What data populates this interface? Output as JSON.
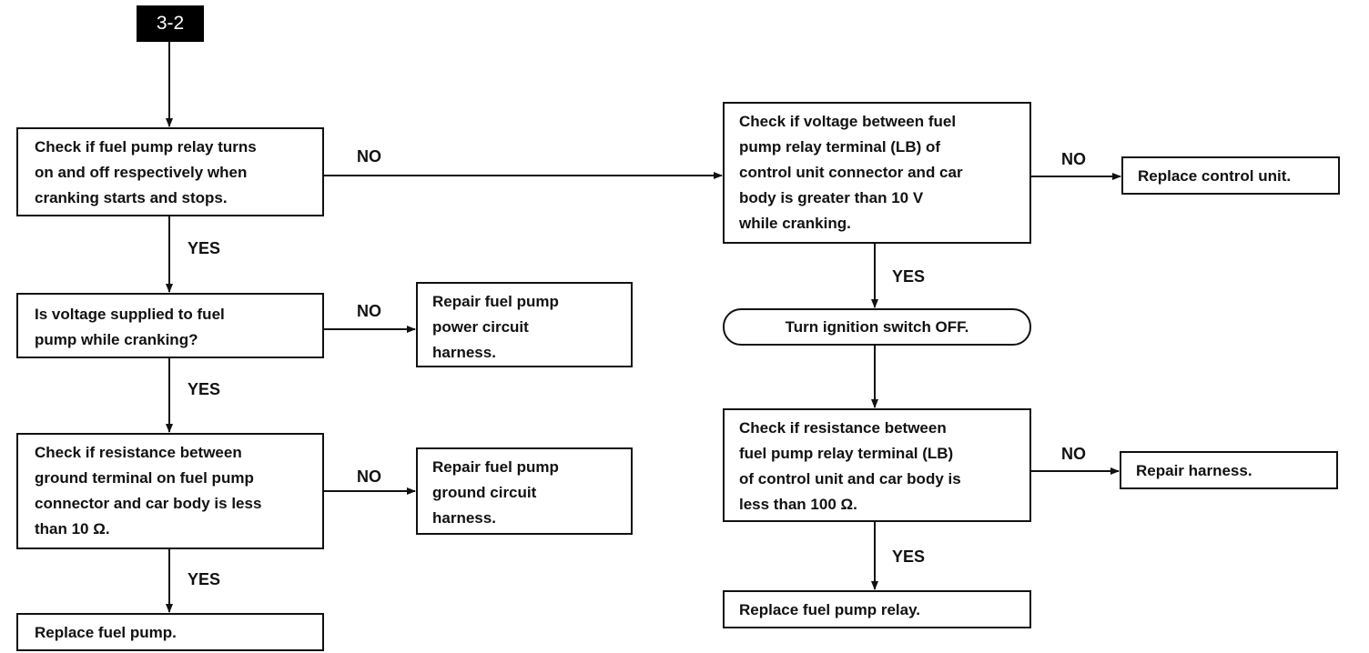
{
  "diagram": {
    "tag": "3-2",
    "boxes": {
      "check_relay": "Check if fuel pump relay turns\non and off respectively when\ncranking starts and stops.",
      "check_voltage_supplied": "Is voltage supplied to fuel\npump while cranking?",
      "repair_power": "Repair fuel pump\npower circuit\nharness.",
      "check_ground": "Check if resistance between\nground terminal on fuel pump\nconnector and car body is less\nthan 10 Ω.",
      "repair_ground": "Repair fuel pump\nground circuit\nharness.",
      "replace_pump": "Replace fuel pump.",
      "check_terminal_voltage": "Check if voltage between fuel\npump relay terminal (LB) of\ncontrol unit connector and car\nbody is greater than 10 V\nwhile cranking.",
      "replace_control_unit": "Replace control unit.",
      "ignition_off": "Turn ignition switch OFF.",
      "check_terminal_resistance": "Check if resistance between\nfuel pump relay terminal (LB)\nof control unit and car body is\nless than 100 Ω.",
      "repair_harness": "Repair harness.",
      "replace_relay": "Replace fuel pump relay."
    },
    "labels": {
      "yes": "YES",
      "no": "NO"
    }
  }
}
